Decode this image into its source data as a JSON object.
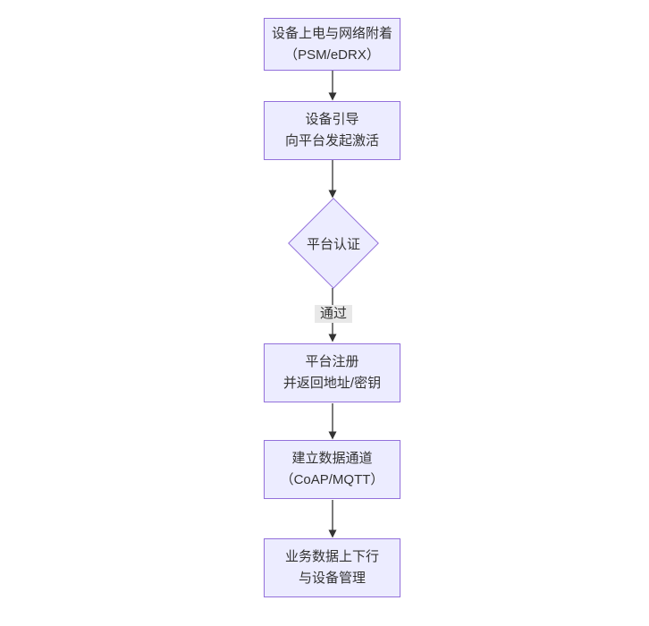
{
  "diagram": {
    "type": "flowchart",
    "direction": "top-down",
    "colors": {
      "node_fill": "#ECECFF",
      "node_border": "#9370DB",
      "text": "#333333",
      "arrow": "#333333",
      "edge_label_bg": "#e8e8e8",
      "background": "#ffffff"
    },
    "nodes": [
      {
        "id": "power-attach",
        "shape": "rect",
        "lines": [
          "设备上电与网络附着",
          "（PSM/eDRX）"
        ]
      },
      {
        "id": "bootstrap",
        "shape": "rect",
        "lines": [
          "设备引导",
          "向平台发起激活"
        ]
      },
      {
        "id": "auth",
        "shape": "diamond",
        "lines": [
          "平台认证"
        ]
      },
      {
        "id": "register",
        "shape": "rect",
        "lines": [
          "平台注册",
          "并返回地址/密钥"
        ]
      },
      {
        "id": "channel",
        "shape": "rect",
        "lines": [
          "建立数据通道",
          "（CoAP/MQTT）"
        ]
      },
      {
        "id": "business",
        "shape": "rect",
        "lines": [
          "业务数据上下行",
          "与设备管理"
        ]
      }
    ],
    "edges": [
      {
        "from": "power-attach",
        "to": "bootstrap",
        "label": ""
      },
      {
        "from": "bootstrap",
        "to": "auth",
        "label": ""
      },
      {
        "from": "auth",
        "to": "register",
        "label": "通过"
      },
      {
        "from": "register",
        "to": "channel",
        "label": ""
      },
      {
        "from": "channel",
        "to": "business",
        "label": ""
      }
    ]
  }
}
